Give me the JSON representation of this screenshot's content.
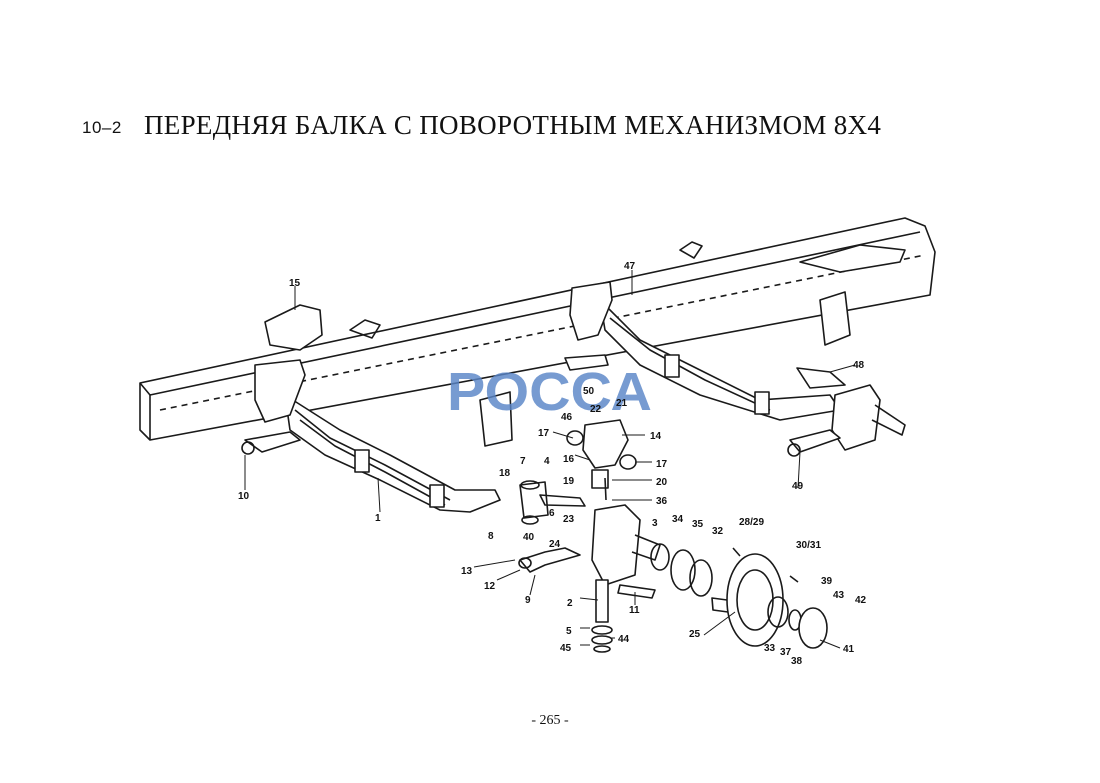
{
  "header": {
    "section_number": "10–2",
    "title": "ПЕРЕДНЯЯ  БАЛКА С ПОВОРОТНЫМ МЕХАНИЗМОМ  8Х4"
  },
  "watermark": {
    "text": "РОССА",
    "color": "#5a86c8"
  },
  "footer": {
    "page_number": "- 265 -"
  },
  "callouts": [
    "1",
    "2",
    "3",
    "4",
    "5",
    "6",
    "7",
    "8",
    "9",
    "10",
    "11",
    "12",
    "13",
    "14",
    "15",
    "16",
    "17",
    "17",
    "18",
    "19",
    "20",
    "21",
    "22",
    "23",
    "24",
    "25",
    "28/29",
    "30/31",
    "32",
    "33",
    "34",
    "35",
    "36",
    "37",
    "38",
    "39",
    "40",
    "41",
    "42",
    "43",
    "44",
    "45",
    "46",
    "47",
    "48",
    "49",
    "50"
  ]
}
